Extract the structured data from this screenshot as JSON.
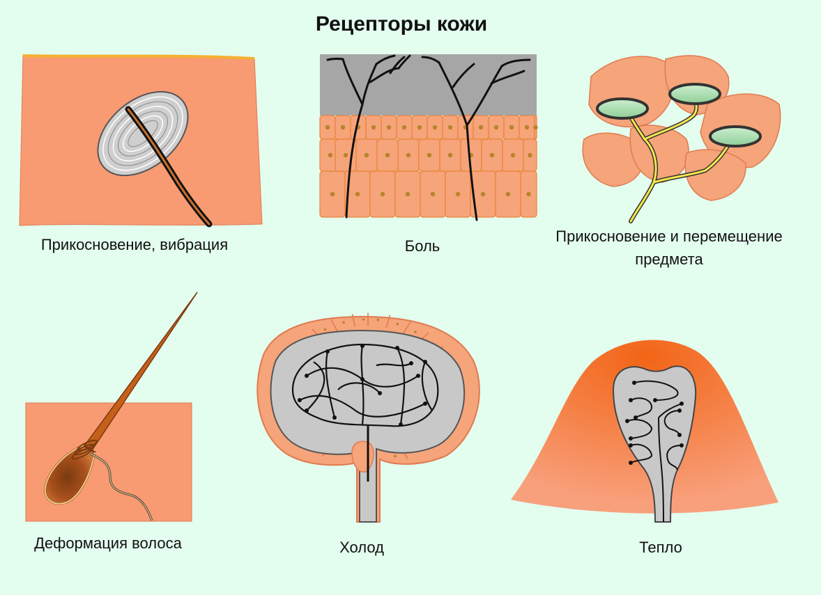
{
  "title": "Рецепторы кожи",
  "captions": {
    "touch_vibration": "Прикосновение, вибрация",
    "pain": "Боль",
    "touch_movement_line1": "Прикосновение и перемещение",
    "touch_movement_line2": "предмета",
    "hair_deformation": "Деформация волоса",
    "cold": "Холод",
    "warmth": "Тепло"
  },
  "colors": {
    "background": "#e3fdee",
    "tissue": "#f89a72",
    "tissue_dark": "#f17a3a",
    "capsule": "#c8c8c8",
    "dermis_gray": "#a6a6a6",
    "cell_orange": "#f6a47a",
    "nucleus": "#b8842a",
    "disc_green": "#a9dcb0",
    "nerve_yellow": "#f6e84c",
    "hair_brown": "#c5601a"
  }
}
